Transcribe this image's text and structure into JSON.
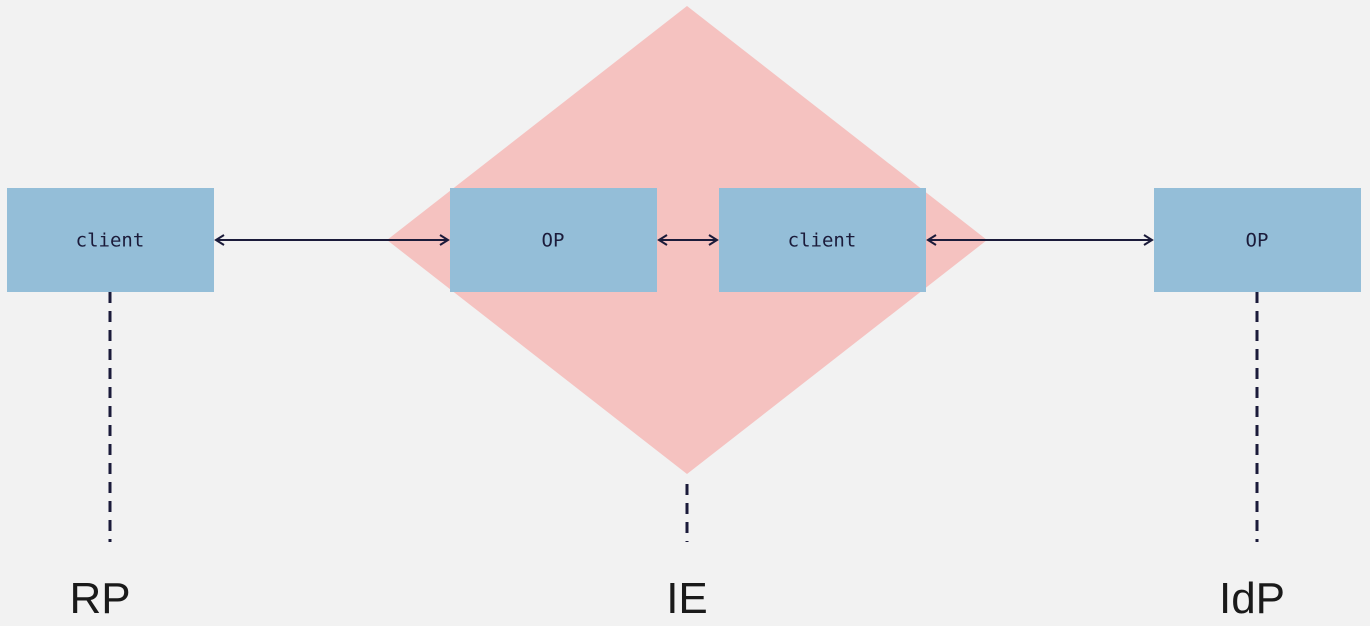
{
  "colors": {
    "background": "#f2f2f2",
    "box_fill": "#94bed8",
    "diamond_fill": "#f5c2c0",
    "line": "#1b1b3a"
  },
  "boxes": {
    "rp_client": {
      "label": "client"
    },
    "ie_op": {
      "label": "OP"
    },
    "ie_client": {
      "label": "client"
    },
    "idp_op": {
      "label": "OP"
    }
  },
  "actors": {
    "rp": "RP",
    "ie": "IE",
    "idp": "IdP"
  }
}
